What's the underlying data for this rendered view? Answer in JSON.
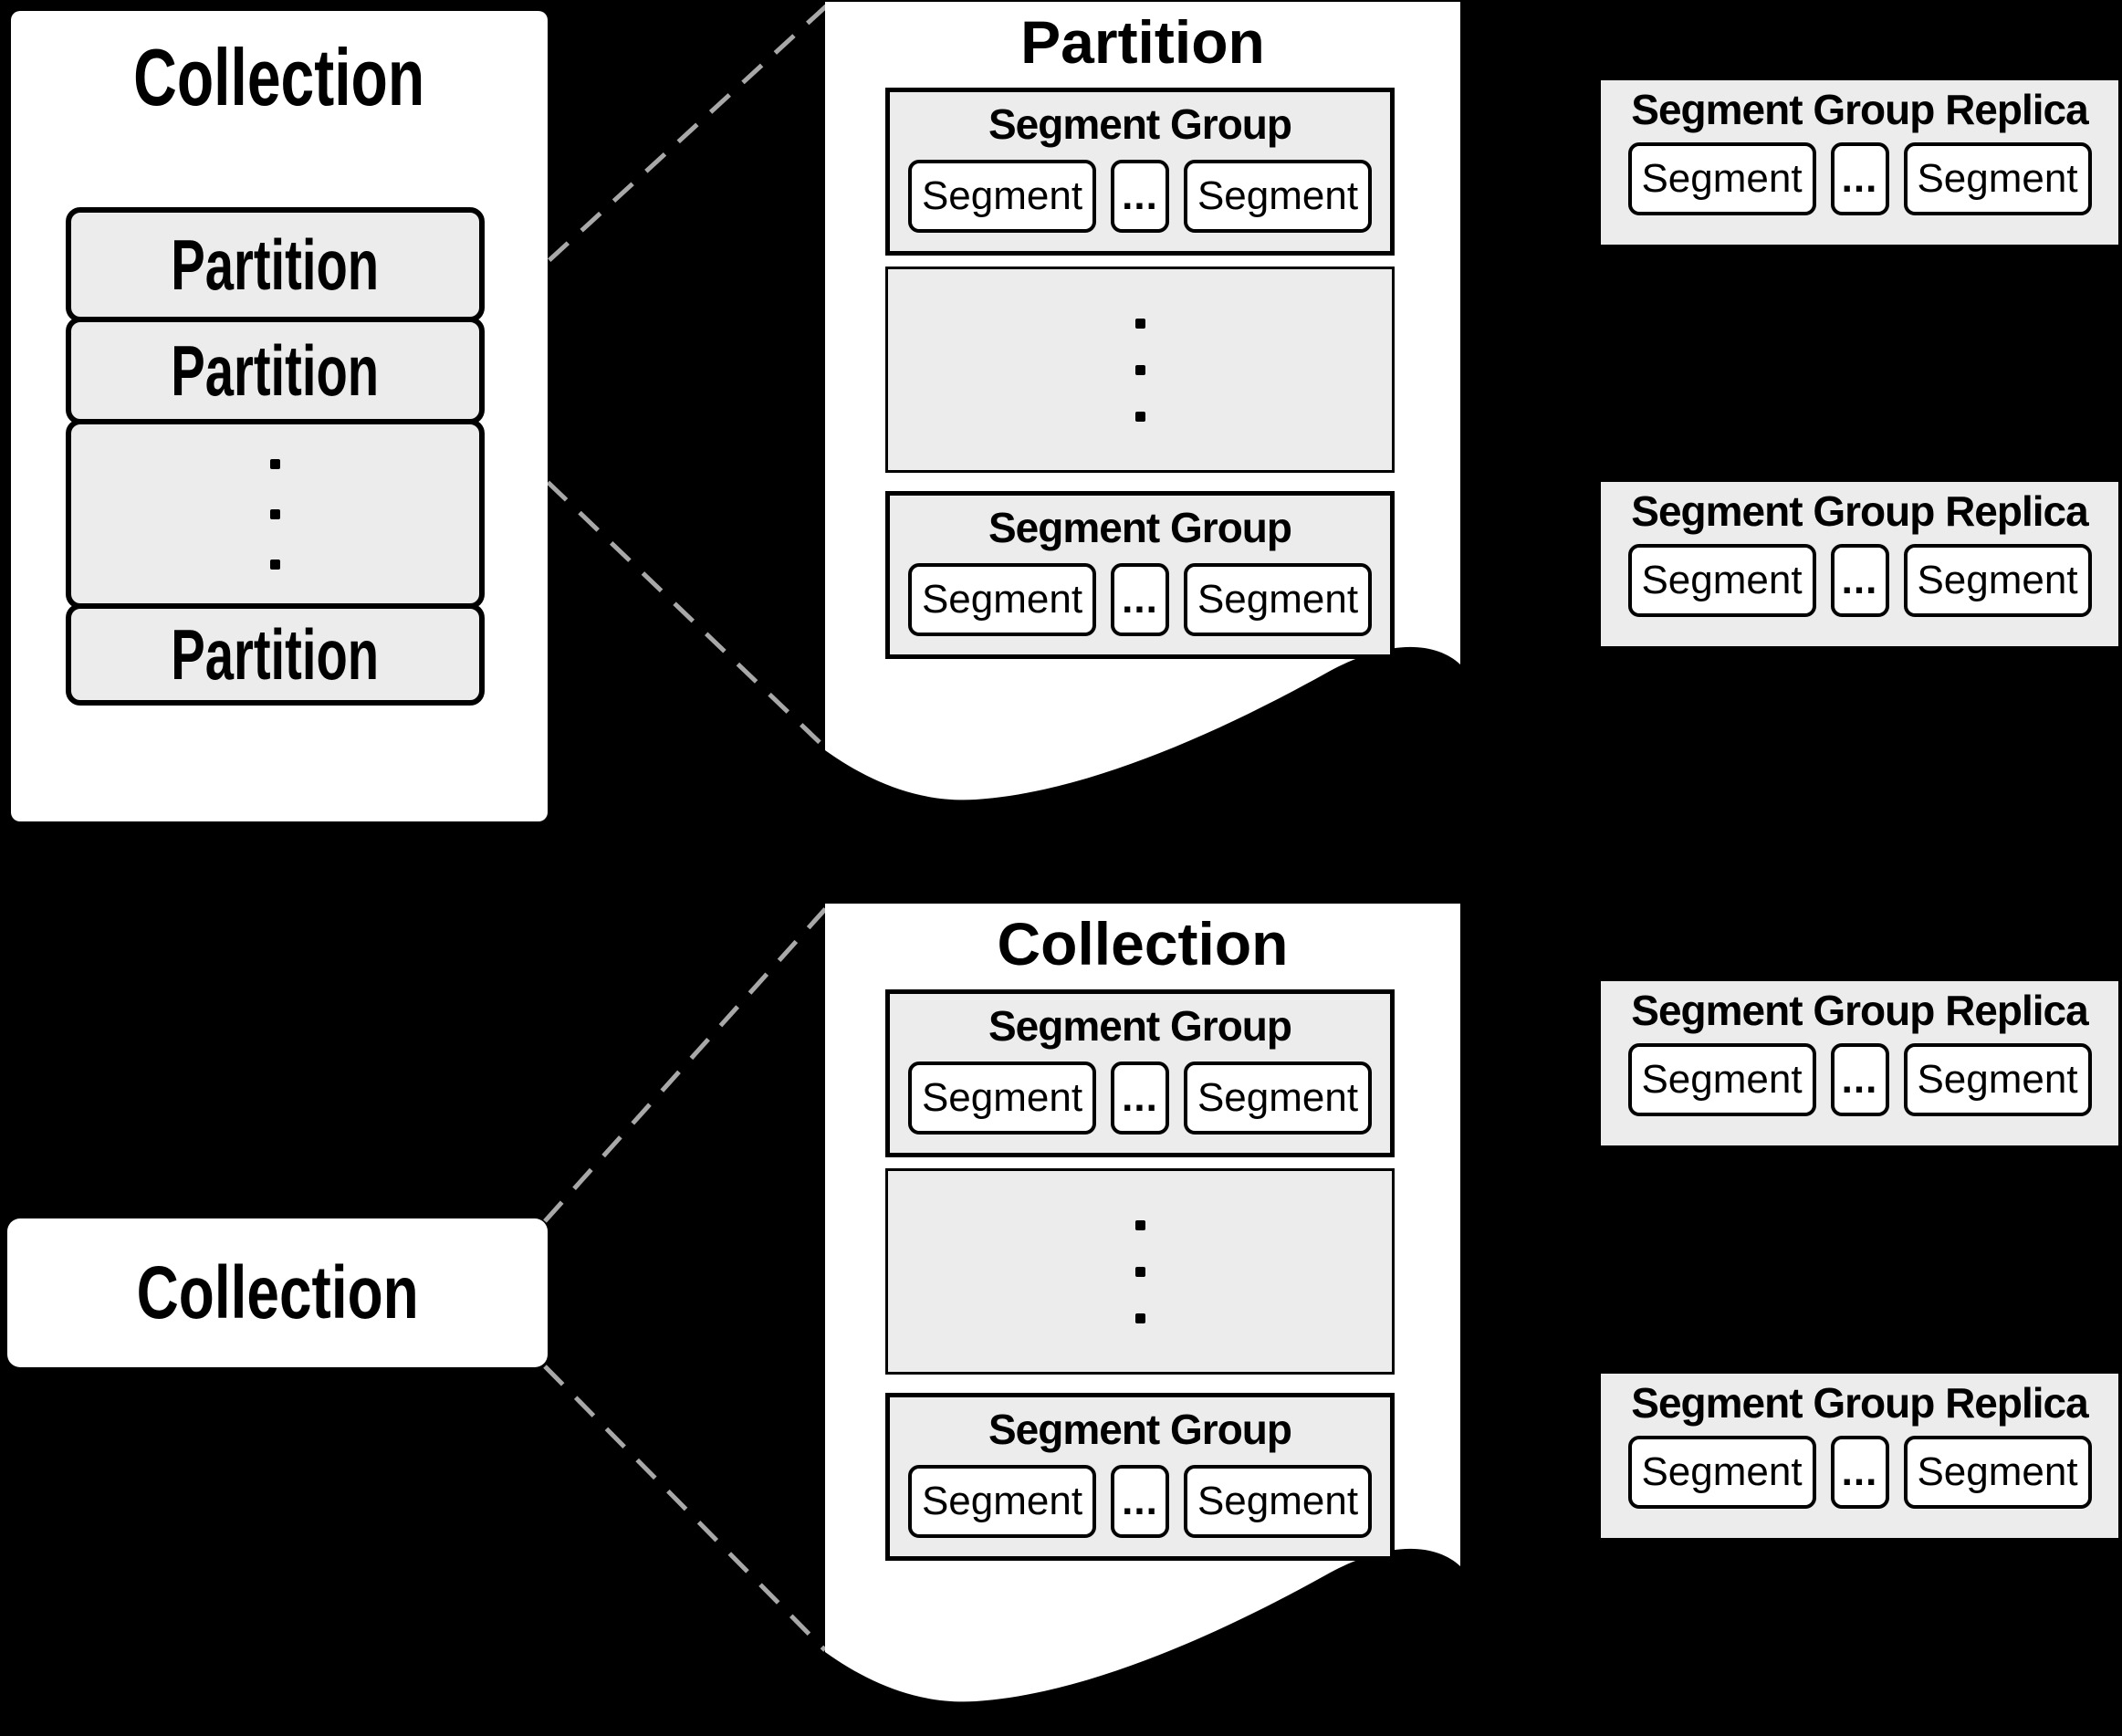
{
  "colors": {
    "background": "#000000",
    "panel_fill": "#ffffff",
    "group_fill": "#ececec",
    "border": "#000000",
    "connector_dash": "#a8a8a8"
  },
  "top_left_collection": {
    "title": "Collection",
    "partitions": [
      {
        "label": "Partition"
      },
      {
        "label": "Partition"
      },
      {
        "label": "Partition"
      }
    ],
    "vertical_ellipsis": "⋮"
  },
  "top_partition_panel": {
    "title": "Partition",
    "vertical_ellipsis": "⋮",
    "segment_groups": [
      {
        "title": "Segment Group",
        "segments": [
          "Segment",
          "Segment"
        ],
        "ellipsis": "..."
      },
      {
        "title": "Segment Group",
        "segments": [
          "Segment",
          "Segment"
        ],
        "ellipsis": "..."
      }
    ]
  },
  "bottom_left_collection": {
    "title": "Collection"
  },
  "bottom_collection_panel": {
    "title": "Collection",
    "vertical_ellipsis": "⋮",
    "segment_groups": [
      {
        "title": "Segment Group",
        "segments": [
          "Segment",
          "Segment"
        ],
        "ellipsis": "..."
      },
      {
        "title": "Segment Group",
        "segments": [
          "Segment",
          "Segment"
        ],
        "ellipsis": "..."
      }
    ]
  },
  "segment_group_replicas": [
    {
      "title": "Segment Group Replica",
      "segments": [
        "Segment",
        "Segment"
      ],
      "ellipsis": "..."
    },
    {
      "title": "Segment Group Replica",
      "segments": [
        "Segment",
        "Segment"
      ],
      "ellipsis": "..."
    },
    {
      "title": "Segment Group Replica",
      "segments": [
        "Segment",
        "Segment"
      ],
      "ellipsis": "..."
    },
    {
      "title": "Segment Group Replica",
      "segments": [
        "Segment",
        "Segment"
      ],
      "ellipsis": "..."
    }
  ]
}
